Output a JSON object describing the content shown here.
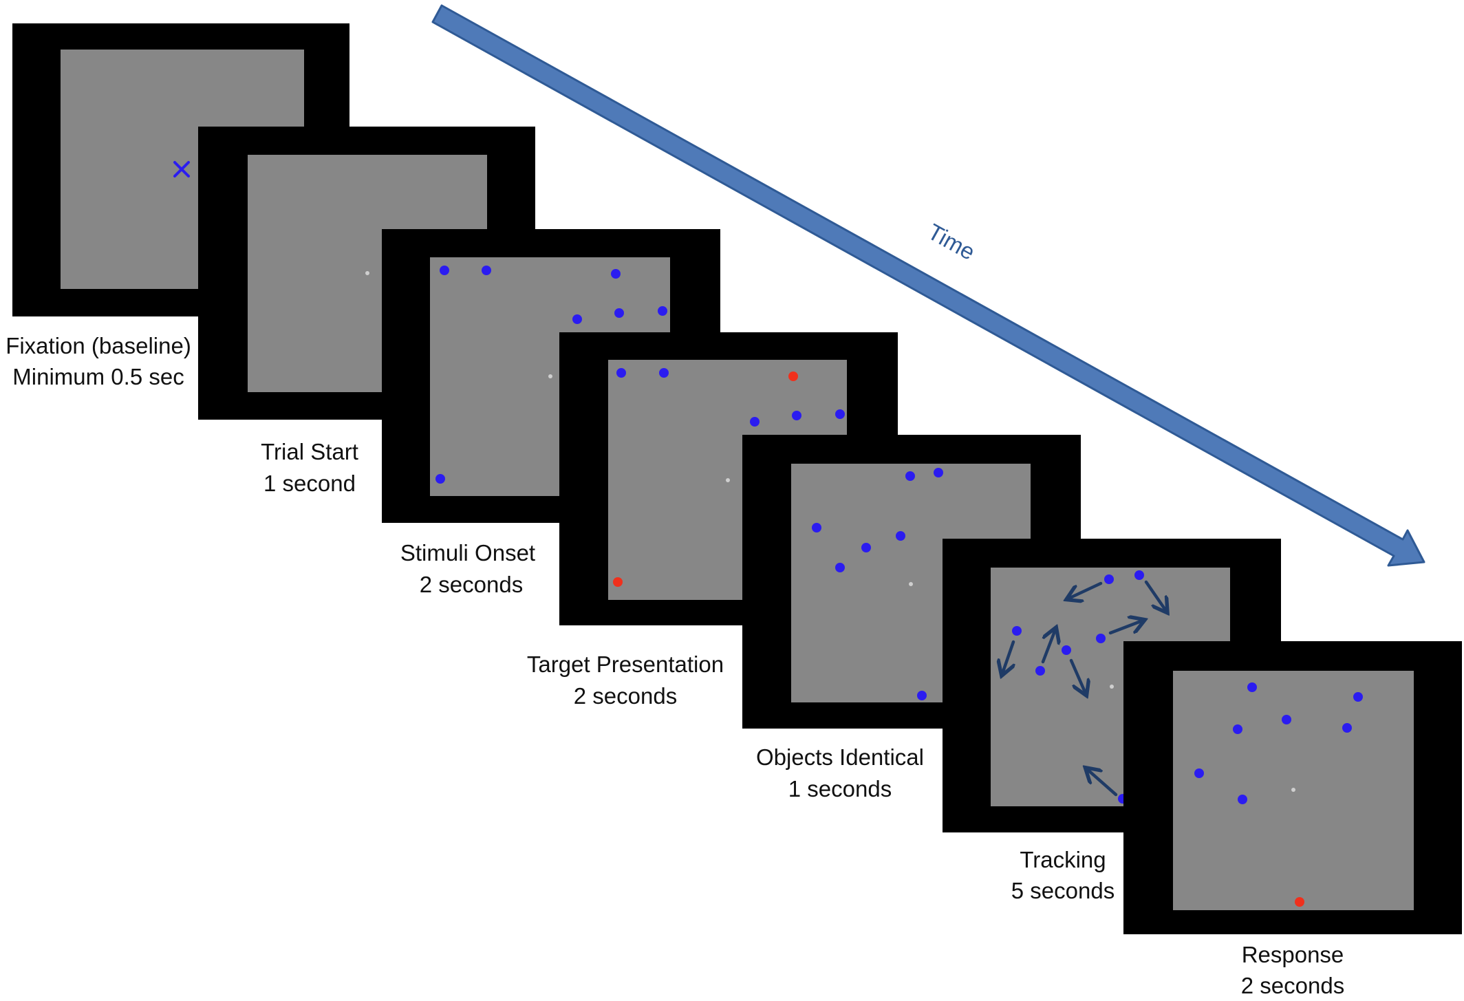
{
  "colors": {
    "background": "#ffffff",
    "frame": "#000000",
    "screen": "#878787",
    "dot": "#2b1cf0",
    "target": "#f0301c",
    "fixation_center": "#cfcfcf",
    "fixation_cross": "#2b1cf0",
    "motion_arrow": "#1f3b66",
    "time_arrow": "#4f7ab8",
    "time_arrow_edge": "#2f5a95"
  },
  "time_label": "Time",
  "icons": {
    "fixation": "x-cross-icon",
    "motion": "arrow-icon"
  },
  "stages": [
    {
      "id": "fixation",
      "title": "Fixation (baseline)",
      "duration": "Minimum 0.5 sec"
    },
    {
      "id": "trial-start",
      "title": "Trial Start",
      "duration": "1 second"
    },
    {
      "id": "stimuli-onset",
      "title": "Stimuli Onset",
      "duration": "2 seconds"
    },
    {
      "id": "target-presentation",
      "title": "Target Presentation",
      "duration": "2 seconds"
    },
    {
      "id": "objects-identical",
      "title": "Objects Identical",
      "duration": "1 seconds"
    },
    {
      "id": "tracking",
      "title": "Tracking",
      "duration": "5 seconds"
    },
    {
      "id": "response",
      "title": "Response",
      "duration": "2 seconds"
    }
  ]
}
